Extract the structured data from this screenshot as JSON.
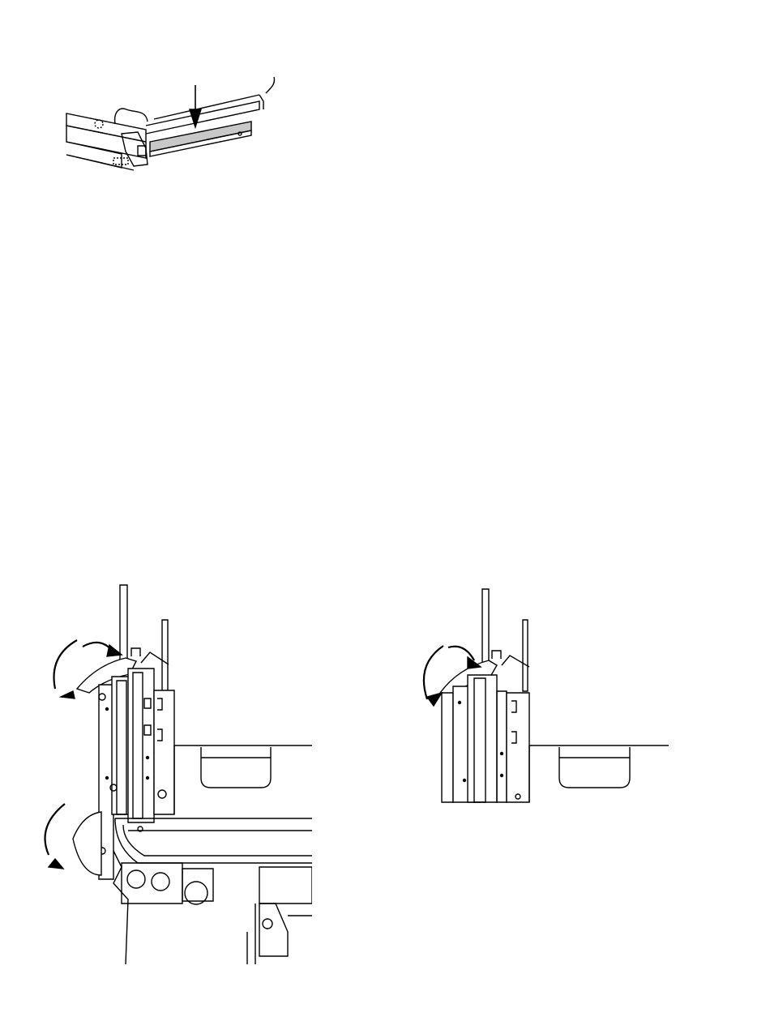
{
  "document": {
    "figures": [
      {
        "id": "bracket-install",
        "arrow_direction": "down"
      },
      {
        "id": "end-cap-removal",
        "arrows": [
          "rotate-out-top",
          "rotate-out-bottom"
        ]
      },
      {
        "id": "end-cap-installation",
        "arrows": [
          "rotate-in-top"
        ]
      }
    ]
  },
  "colors": {
    "line": "#000000",
    "fill": "#ffffff",
    "shade": "#c8c8c8"
  }
}
